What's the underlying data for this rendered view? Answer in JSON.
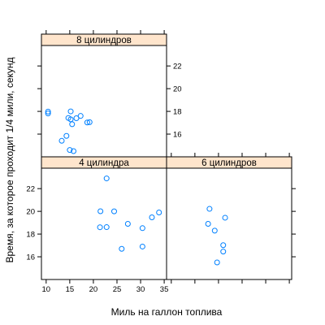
{
  "chart_data": {
    "type": "scatter",
    "title": "",
    "xlabel": "Миль на галлон топлива",
    "ylabel": "Время, за которое проходит 1/4 мили, секунд",
    "xlim": [
      9,
      35.5
    ],
    "ylim": [
      14,
      23.8
    ],
    "x_ticks": [
      10,
      15,
      20,
      25,
      30,
      35
    ],
    "y_ticks": [
      16,
      18,
      20,
      22
    ],
    "grid": false,
    "colors": {
      "point": "#0080ff",
      "strip": "#ffe5cc",
      "frame": "#000000"
    },
    "panels": [
      {
        "label": "4 цилиндра",
        "points": [
          {
            "x": 22.8,
            "y": 18.61
          },
          {
            "x": 24.4,
            "y": 20.0
          },
          {
            "x": 22.8,
            "y": 22.9
          },
          {
            "x": 32.4,
            "y": 19.47
          },
          {
            "x": 30.4,
            "y": 18.52
          },
          {
            "x": 33.9,
            "y": 19.9
          },
          {
            "x": 21.5,
            "y": 20.01
          },
          {
            "x": 27.3,
            "y": 18.9
          },
          {
            "x": 26.0,
            "y": 16.7
          },
          {
            "x": 30.4,
            "y": 16.9
          },
          {
            "x": 21.4,
            "y": 18.6
          }
        ]
      },
      {
        "label": "6 цилиндров",
        "points": [
          {
            "x": 21.0,
            "y": 16.46
          },
          {
            "x": 21.0,
            "y": 17.02
          },
          {
            "x": 21.4,
            "y": 19.44
          },
          {
            "x": 18.1,
            "y": 20.22
          },
          {
            "x": 19.2,
            "y": 18.3
          },
          {
            "x": 17.8,
            "y": 18.9
          },
          {
            "x": 19.7,
            "y": 15.5
          }
        ]
      },
      {
        "label": "8 цилиндров",
        "points": [
          {
            "x": 18.7,
            "y": 17.02
          },
          {
            "x": 14.3,
            "y": 15.84
          },
          {
            "x": 16.4,
            "y": 17.4
          },
          {
            "x": 17.3,
            "y": 17.6
          },
          {
            "x": 15.2,
            "y": 18.0
          },
          {
            "x": 10.4,
            "y": 17.98
          },
          {
            "x": 10.4,
            "y": 17.82
          },
          {
            "x": 14.7,
            "y": 17.42
          },
          {
            "x": 15.5,
            "y": 16.87
          },
          {
            "x": 15.2,
            "y": 17.3
          },
          {
            "x": 13.3,
            "y": 15.41
          },
          {
            "x": 19.2,
            "y": 17.05
          },
          {
            "x": 15.8,
            "y": 14.5
          },
          {
            "x": 15.0,
            "y": 14.6
          }
        ]
      }
    ]
  }
}
